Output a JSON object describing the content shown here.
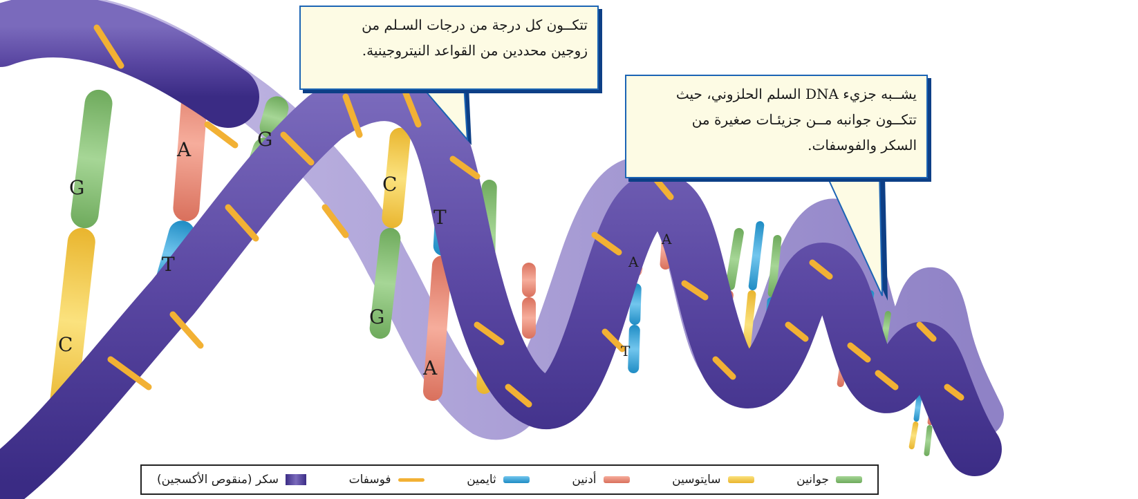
{
  "callouts": {
    "top": {
      "line1": "تتكــون كل درجة من درجات السـلم من",
      "line2": "زوجين محددين من القواعد النيتروجينية."
    },
    "right": {
      "line1": "يشــبه جزيء DNA السلم الحلزوني، حيث",
      "line2": "تتكــون جوانبه مــن جزيئـات صغيرة من",
      "line3": "السكر والفوسفات."
    }
  },
  "base_labels": [
    "G",
    "C",
    "A",
    "T",
    "G",
    "C",
    "T",
    "G",
    "A",
    "A",
    "A",
    "T"
  ],
  "legend": [
    {
      "label": "جوانين",
      "color": "#8dc57a"
    },
    {
      "label": "سايتوسين",
      "color": "#f6cf4c"
    },
    {
      "label": "أدنين",
      "color": "#ec8e7a"
    },
    {
      "label": "ثايمين",
      "color": "#3fa9d8"
    },
    {
      "label": "فوسفات",
      "color": "#f2b134"
    },
    {
      "label": "سكر (منقوص الأكسجين)",
      "color": "#4b3a9a"
    }
  ],
  "colors": {
    "sugar_backbone": "#5f4ca6",
    "sugar_dark": "#3c2d86",
    "sugar_light": "#b4a8dc",
    "phosphate": "#f2b134",
    "callout_border": "#1b64b4",
    "callout_fill": "#fdfbe4"
  }
}
